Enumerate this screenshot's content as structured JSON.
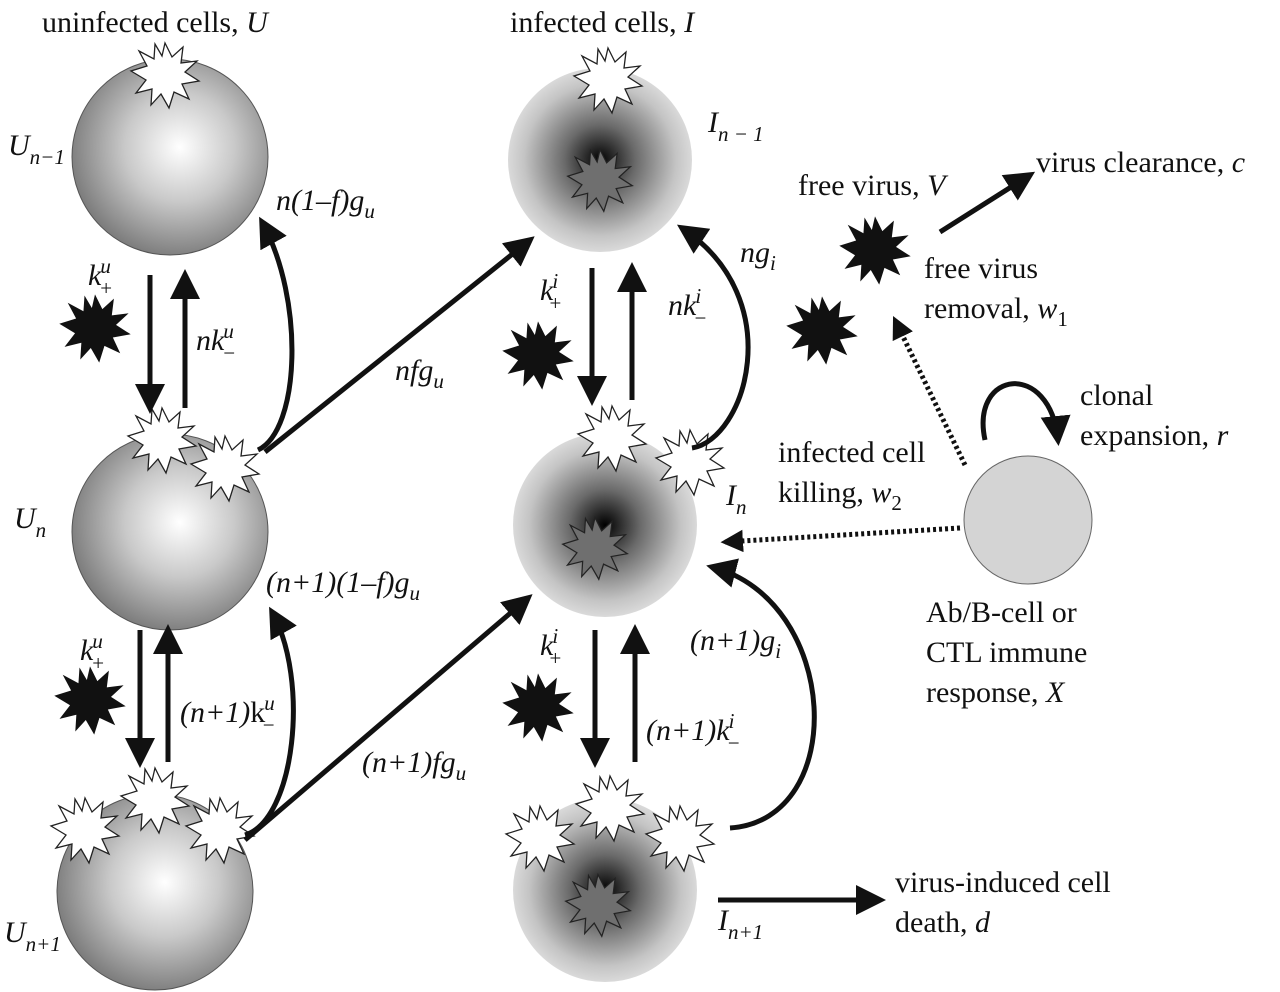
{
  "headers": {
    "uninfected": {
      "text": "uninfected cells, ",
      "symbol": "U"
    },
    "infected": {
      "text": "infected cells, ",
      "symbol": "I"
    }
  },
  "cells": {
    "U_prev": {
      "base": "U",
      "sub": "n−1"
    },
    "U_n": {
      "base": "U",
      "sub": "n"
    },
    "U_next": {
      "base": "U",
      "sub": "n+1"
    },
    "I_prev": {
      "base": "I",
      "sub": "n − 1"
    },
    "I_n": {
      "base": "I",
      "sub": "n"
    },
    "I_next": {
      "base": "I",
      "sub": "n+1"
    }
  },
  "rates": {
    "kplus_u": {
      "base": "k",
      "sup": "u",
      "sub": "+"
    },
    "nk_minus_u": {
      "n": "n",
      "base": "k",
      "sup": "u",
      "sub": "−"
    },
    "kplus_u2": {
      "base": "k",
      "sup": "u",
      "sub": "+"
    },
    "n1_k_minus_u": {
      "prefix": "(n+1)",
      "base": "k",
      "sup": "u",
      "sub": "−"
    },
    "kplus_i": {
      "base": "k",
      "sup": "i",
      "sub": "+"
    },
    "nk_minus_i": {
      "n": "n",
      "base": "k",
      "sup": "i",
      "sub": "−"
    },
    "kplus_i2": {
      "base": "k",
      "sup": "i",
      "sub": "+"
    },
    "n1_k_minus_i": {
      "prefix": "(n+1)",
      "base": "k",
      "sup": "i",
      "sub": "−"
    },
    "n_1mf_gu": {
      "prefix": "n(1–f)",
      "base": "g",
      "sub": "u"
    },
    "nfgu": {
      "prefix": "nf",
      "base": "g",
      "sub": "u"
    },
    "n1_1mf_gu": {
      "prefix": "(n+1)(1–f)",
      "base": "g",
      "sub": "u"
    },
    "n1_fgu": {
      "prefix": "(n+1)f",
      "base": "g",
      "sub": "u"
    },
    "ngi": {
      "prefix": "n",
      "base": "g",
      "sub": "i"
    },
    "n1_gi": {
      "prefix": "(n+1)",
      "base": "g",
      "sub": "i"
    }
  },
  "immune": {
    "free_virus": {
      "text": "free virus, ",
      "symbol": "V"
    },
    "virus_clearance": {
      "text": "virus clearance, ",
      "symbol": "c"
    },
    "free_virus_removal": {
      "line1": "free virus",
      "line2": "removal, ",
      "symbol": "w",
      "sub": "1"
    },
    "clonal_expansion": {
      "line1": "clonal",
      "line2": "expansion, ",
      "symbol": "r"
    },
    "infected_cell_killing": {
      "line1": "infected cell",
      "line2": "killing, ",
      "symbol": "w",
      "sub": "2"
    },
    "immune_response": {
      "line1": "Ab/B-cell or",
      "line2": "CTL immune",
      "line3": "response, ",
      "symbol": "X"
    },
    "cell_death": {
      "line1": "virus-induced cell",
      "line2": "death, ",
      "symbol": "d"
    }
  }
}
